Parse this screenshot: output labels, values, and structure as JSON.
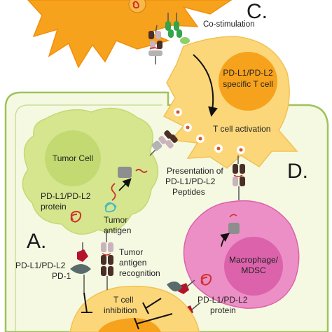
{
  "panels": {
    "c": "C.",
    "a": "A.",
    "d": "D."
  },
  "labels": {
    "co_stimulation": "Co-stimulation",
    "pd_specific_t_cell_1": "PD-L1/PD-L2",
    "pd_specific_t_cell_2": "specific T cell",
    "t_cell_activation": "T cell activation",
    "tumor_cell": "Tumor Cell",
    "presentation_1": "Presentation of",
    "presentation_2": "PD-L1/PD-L2",
    "presentation_3": "Peptides",
    "pd_protein_a_1": "PD-L1/PD-L2",
    "pd_protein_a_2": "protein",
    "tumor_antigen_1": "Tumor",
    "tumor_antigen_2": "antigen",
    "pd_ligand_1": "PD-L1/PD-L2",
    "pd1": "PD-1",
    "antigen_recog_1": "Tumor",
    "antigen_recog_2": "antigen",
    "antigen_recog_3": "recognition",
    "macrophage_1": "Macrophage/",
    "macrophage_2": "MDSC",
    "t_cell_inhibition_1": "T cell",
    "t_cell_inhibition_2": "inhibition",
    "pd_protein_d_1": "PD-L1/PD-L2",
    "pd_protein_d_2": "protein"
  },
  "colors": {
    "dendritic_cell": "#f7a21c",
    "t_cell_body": "#fbd77a",
    "t_cell_nucleus": "#f7a21c",
    "tissue_background": "#f5f9e2",
    "tissue_border": "#9fc25a",
    "tumor_cell": "#d5e68f",
    "tumor_nucleus": "#c3da72",
    "macrophage": "#ec8fc6",
    "macrophage_nucleus": "#dc62ab",
    "mhc_dark": "#4a2e28",
    "mhc_light": "#c9b3bd",
    "tcr_gray": "#8e8e8e",
    "costim_green": "#34a34a",
    "costim_light_green": "#8fd06d",
    "pd1_gray": "#5a6b6b",
    "pdl1_red": "#b5132a",
    "protein_red": "#d0302c",
    "antigen_cyan": "#3fb7c9",
    "vesicle": "#d2591f"
  },
  "icons": [
    "mhc-molecule-icon",
    "tcr-icon",
    "pd1-receptor-icon",
    "pd-ligand-icon",
    "protein-coil-icon",
    "antigen-coil-icon",
    "proteasome-icon",
    "costimulation-icon",
    "inhibition-arrow-icon"
  ]
}
